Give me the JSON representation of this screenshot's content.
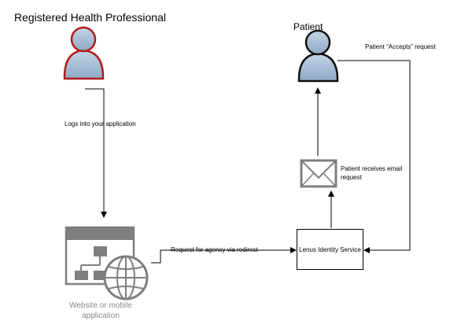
{
  "actors": {
    "health_professional": "Registered Health Professional",
    "patient": "Patient"
  },
  "nodes": {
    "website": "Website or mobile application",
    "lenus_service": "Lenus Identity Service"
  },
  "edges": {
    "logs_in": "Logs into your application",
    "agency_request": "Request for agency via redirect",
    "email_received": "Patient receives email request",
    "accepts_request": "Patient “Accepts” request"
  },
  "colors": {
    "person_fill": "#a7bfd6",
    "professional_outline": "#b01c1c",
    "patient_outline": "#111111",
    "icon_gray": "#7f7f7f",
    "line": "#000000"
  },
  "icons": [
    "person-icon",
    "envelope-icon",
    "website-icon",
    "globe-icon"
  ]
}
